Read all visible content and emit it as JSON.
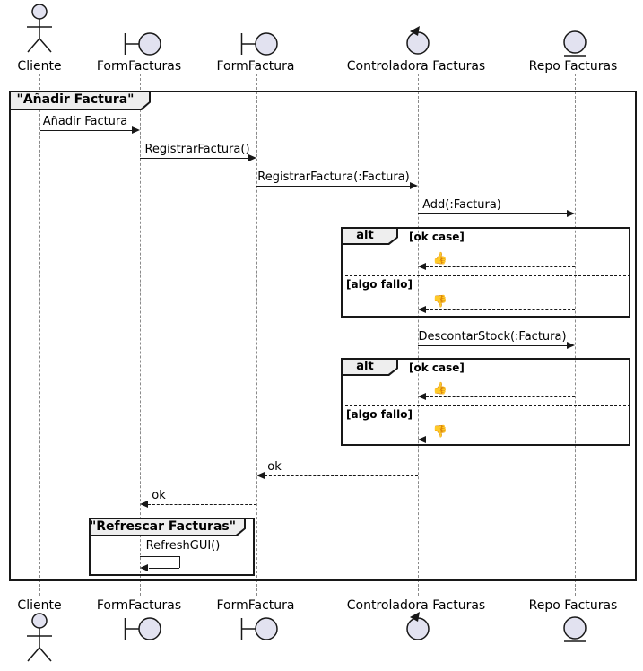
{
  "diagram": {
    "frame_title": "\"Añadir Factura\"",
    "inner_frame_title": "\"Refrescar Facturas\"",
    "participants": [
      {
        "name": "Cliente",
        "icon": "actor-icon"
      },
      {
        "name": "FormFacturas",
        "icon": "boundary-icon"
      },
      {
        "name": "FormFactura",
        "icon": "boundary-icon"
      },
      {
        "name": "Controladora Facturas",
        "icon": "control-icon"
      },
      {
        "name": "Repo Facturas",
        "icon": "entity-icon"
      }
    ],
    "messages": {
      "m1": "Añadir Factura",
      "m2": "RegistrarFactura()",
      "m3": "RegistrarFactura(:Factura)",
      "m4": "Add(:Factura)",
      "m5": "DescontarStock(:Factura)",
      "ok1": "ok",
      "ok2": "ok",
      "refresh": "RefreshGUI()",
      "thumb_up": "👍",
      "thumb_down": "👎"
    },
    "fragments": {
      "alt1": {
        "operator": "alt",
        "guard_ok": "[ok case]",
        "guard_fail": "[algo fallo]"
      },
      "alt2": {
        "operator": "alt",
        "guard_ok": "[ok case]",
        "guard_fail": "[algo fallo]"
      }
    },
    "colors": {
      "participant_fill": "#E2E2F0",
      "stroke": "#181818",
      "tab_fill": "#EEEEEE",
      "lifeline": "#8A8A8A"
    }
  }
}
